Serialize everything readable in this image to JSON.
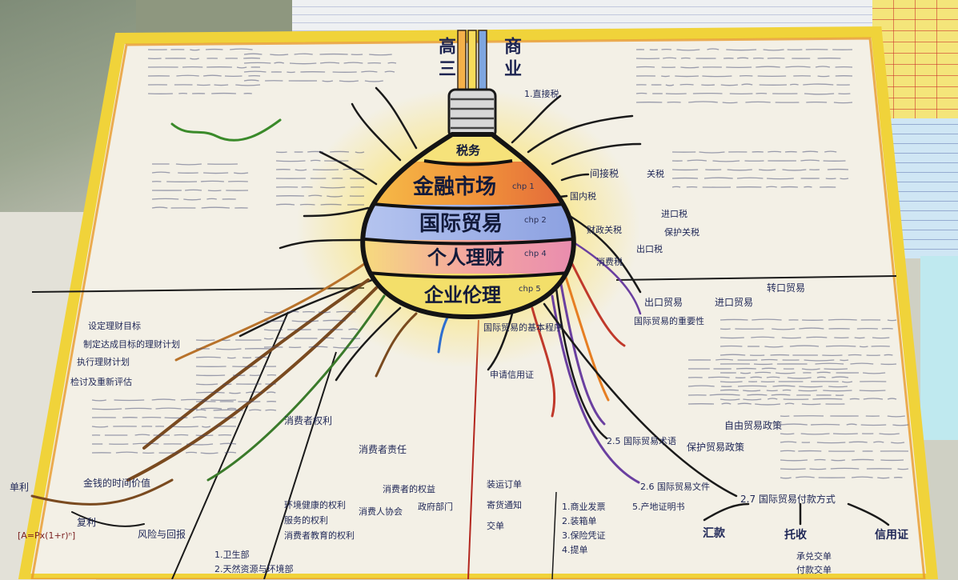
{
  "header": {
    "left_vertical": "高三",
    "right_vertical": "商业"
  },
  "bulb": {
    "bands": [
      {
        "label": "税务"
      },
      {
        "label": "金融市场",
        "chapter": "chp 1"
      },
      {
        "label": "国际贸易",
        "chapter": "chp 2"
      },
      {
        "label": "个人理财",
        "chapter": "chp 4"
      },
      {
        "label": "企业伦理",
        "chapter": "chp 5"
      }
    ]
  },
  "tax": {
    "direct": "1.直接税",
    "indirect": "间接税",
    "customs": "关税",
    "domestic": "国内税",
    "import": "进口税",
    "export": "出口税",
    "protective": "保护关税",
    "revenue": "财政关税",
    "consumption": "消费税"
  },
  "trade": {
    "export_trade": "出口贸易",
    "import_trade": "进口贸易",
    "entrepot_trade": "转口贸易",
    "importance": "国际贸易的重要性",
    "free_trade_policy": "自由贸易政策",
    "protective_policy": "保护贸易政策",
    "terms": "2.5 国际贸易术语",
    "documents": "2.6 国际贸易文件",
    "payment_methods": "2.7 国际贸易付款方式",
    "remittance": "汇款",
    "collection": "托收",
    "letter_of_credit": "信用证",
    "acceptance": "承兑交单",
    "payment_against": "付款交单",
    "doc_list": [
      "1.商业发票",
      "2.装箱单",
      "3.保险凭证",
      "4.提单"
    ],
    "origin_cert": "5.产地证明书",
    "procedure_title": "国际贸易的基本程序",
    "procedure_steps": [
      "申请信用证",
      "装运订单",
      "寄货通知",
      "交单"
    ]
  },
  "ethics": {
    "consumer_rights": "消费者权利",
    "consumer_duties": "消费者责任",
    "rights_list": [
      "环境健康的权利",
      "服务的权利",
      "消费者教育的权利"
    ],
    "consumer_interest": "消费者的权益",
    "government": "政府部门",
    "association": "消费人协会",
    "agencies": [
      "1.卫生部",
      "2.天然资源与环境部"
    ]
  },
  "finance": {
    "plan_steps": [
      "设定理财目标",
      "制定达成目标的理财计划",
      "执行理财计划",
      "检讨及重新评估"
    ],
    "time_value": "金钱的时间价值",
    "simple_interest": "单利",
    "compound_interest": "复利",
    "formula": "[A=Px(1+r)ⁿ]",
    "risk_return": "风险与回报"
  },
  "colors": {
    "paper": "#f3f0e6",
    "border_yellow": "#f0d33a",
    "border_orange": "#e89a2a",
    "ink": "#1f2757",
    "band_tax": "#f6e27a",
    "band_finance": "#f0923a",
    "band_trade": "#9fb0e8",
    "band_personal": "#f4a6a0",
    "band_ethics": "#f3df6a"
  }
}
